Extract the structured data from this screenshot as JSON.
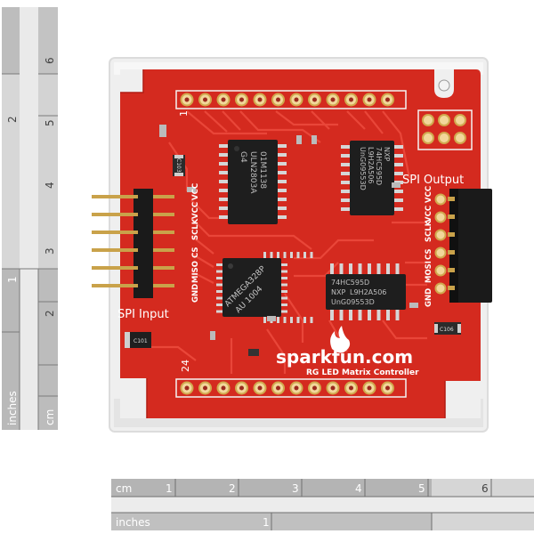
{
  "photo": {
    "board_labels": {
      "brand": "sparkfun.com",
      "board_name": "RG LED Matrix Controller",
      "spi_input": "SPI Input",
      "spi_output": "SPI Output",
      "pin_1": "1",
      "pin_24": "24",
      "input_pins": [
        "GND",
        "MISO",
        "CS",
        "SCLK",
        "VCC",
        "VCC"
      ],
      "output_pins": [
        "GND",
        "MOSI",
        "CS",
        "SCLK",
        "VCC",
        "VCC"
      ],
      "cap_c103": "C103",
      "cap_c106": "C106",
      "cap_c101": "C101",
      "chip_top_left": [
        "01M1138",
        "ULN2803A",
        "G4"
      ],
      "chip_top_right": [
        "NXP",
        "74HC595D",
        "L9H2A506",
        "UnG09553D"
      ],
      "chip_mcu": [
        "ATMEGA328P",
        "AU 1004"
      ],
      "chip_bottom_right": [
        "74HC595D",
        "NXP",
        "L9H2A506",
        "UnG09553D"
      ]
    },
    "rulers": {
      "left_inch_label": "inches",
      "left_cm_label": "cm",
      "left_inch_ticks": [
        "1",
        "2"
      ],
      "left_cm_ticks": [
        "2",
        "3",
        "4",
        "5",
        "6"
      ],
      "bottom_cm_label": "cm",
      "bottom_inch_label": "inches",
      "bottom_cm_ticks": [
        "1",
        "2",
        "3",
        "4",
        "5",
        "6"
      ],
      "bottom_inch_ticks": [
        "1"
      ]
    },
    "colors": {
      "pcb_red": "#d42a1f",
      "trace_red": "#ec4a3c",
      "chip_black": "#1e1e1e",
      "gold_pin": "#c9a24a",
      "ruler_gray": "#a9a9a9"
    }
  }
}
